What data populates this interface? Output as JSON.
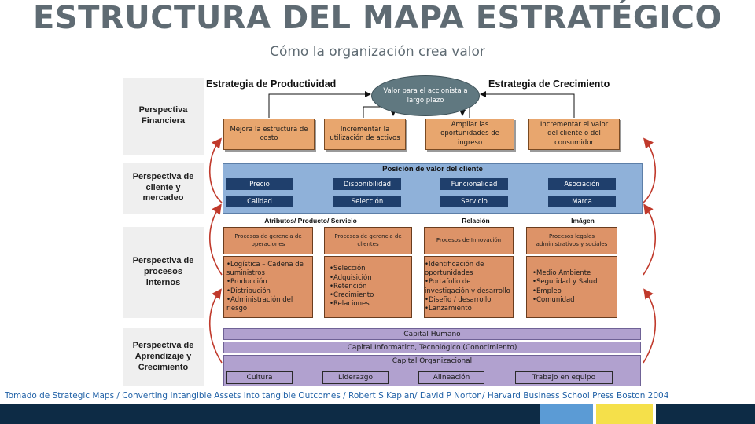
{
  "title": "ESTRUCTURA DEL MAPA ESTRATÉGICO",
  "subtitle": "Cómo la organización crea valor",
  "perspectives": {
    "financial": "Perspectiva Financiera",
    "customer": "Perspectiva de cliente y mercadeo",
    "internal": "Perspectiva de procesos internos",
    "learning": "Perspectiva de Aprendizaje y Crecimiento"
  },
  "strategies": {
    "productivity": "Estrategia de Productividad",
    "growth": "Estrategia de Crecimiento"
  },
  "shareholder_value": "Valor para el accionista a largo plazo",
  "financial_boxes": [
    "Mejora la estructura de costo",
    "Incrementar la utilización de activos",
    "Ampliar las oportunidades de ingreso",
    "Incrementar el valor del cliente o del consumidor"
  ],
  "customer": {
    "title": "Posición de valor del cliente",
    "row1": [
      "Precio",
      "Disponibilidad",
      "Funcionalidad",
      "Asociación"
    ],
    "row2": [
      "Calidad",
      "Selección",
      "Servicio",
      "Marca"
    ],
    "sublabels": [
      "Atributos/ Producto/ Servicio",
      "Relación",
      "Imágen"
    ]
  },
  "processes": [
    {
      "head": "Procesos de gerencia de operaciones",
      "items": [
        "Logística – Cadena de suministros",
        "Producción",
        "Distribución",
        "Administración del riesgo"
      ]
    },
    {
      "head": "Procesos de gerencia de clientes",
      "items": [
        "Selección",
        "Adquisición",
        "Retención",
        "Crecimiento",
        "Relaciones"
      ]
    },
    {
      "head": "Procesos de Innovación",
      "items": [
        "Identificación de oportunidades",
        "Portafolio de investigación y desarrollo",
        "Diseño / desarrollo",
        "Lanzamiento"
      ]
    },
    {
      "head": "Procesos legales administrativos y sociales",
      "items": [
        "Medio Ambiente",
        "Seguridad y Salud",
        "Empleo",
        "Comunidad"
      ]
    }
  ],
  "learning": {
    "human": "Capital Humano",
    "information": "Capital Informático, Tecnológico (Conocimiento)",
    "organization": "Capital Organizacional",
    "items": [
      "Cultura",
      "Liderazgo",
      "Alineación",
      "Trabajo en equipo"
    ]
  },
  "citation": "Tomado de Strategic Maps / Converting Intangible Assets into tangible Outcomes / Robert S Kaplan/ David P Norton/ Harvard Business School Press Boston 2004",
  "colors": {
    "title": "#5f6b73",
    "navy": "#1f3f6c",
    "orange": "#e8a66e",
    "purple": "#b1a1cf",
    "arrow": "#c0392b",
    "citation": "#1f60a6",
    "footer_dark": "#0d2b45",
    "footer_blue": "#5b9bd5",
    "footer_yellow": "#f5e04a"
  }
}
